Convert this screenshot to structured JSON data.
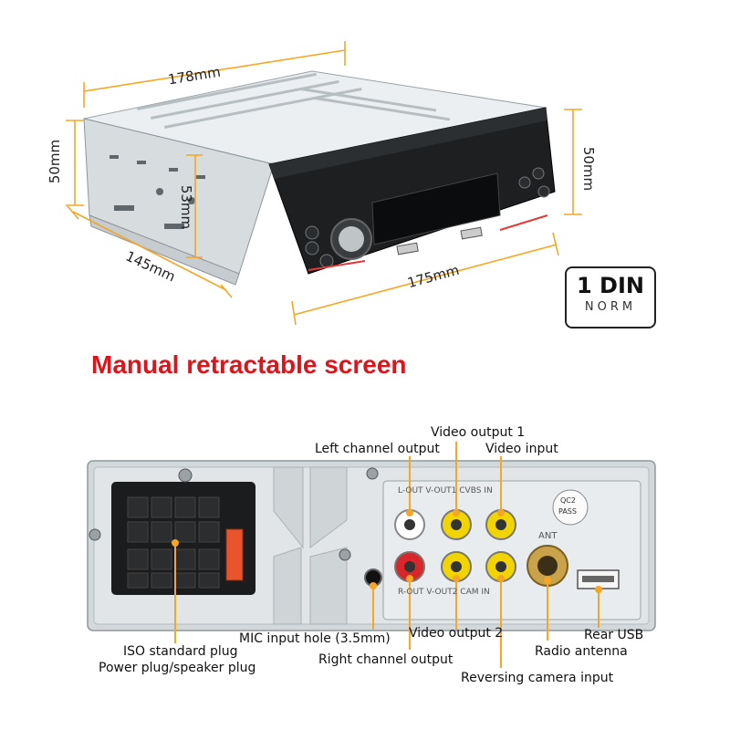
{
  "headline": "Manual retractable screen",
  "badge": {
    "title": "1 DIN",
    "subtitle": "NORM"
  },
  "dimensions": {
    "top_width": "178mm",
    "left_height": "50mm",
    "face_height": "53mm",
    "depth": "145mm",
    "front_width": "175mm",
    "right_height": "50mm"
  },
  "panel_print": {
    "top_row": "L-OUT  V-OUT1  CVBS IN",
    "bottom_row": "R-OUT  V-OUT2  CAM IN",
    "ant": "ANT",
    "qc": "QC2",
    "pass": "PASS"
  },
  "callouts": {
    "video_output_1": "Video output 1",
    "left_channel_output": "Left channel output",
    "video_input": "Video input",
    "mic_input": "MIC input hole (3.5mm)",
    "video_output_2": "Video output 2",
    "rear_usb": "Rear USB",
    "iso_plug": "ISO standard plug",
    "power_plug": "Power plug/speaker plug",
    "right_channel_output": "Right channel output",
    "radio_antenna": "Radio antenna",
    "reversing_camera": "Reversing camera input"
  },
  "colors": {
    "accent": "#f5a623",
    "headline": "#d9161b",
    "rca_yellow": "#f2d500",
    "rca_red": "#d8262b"
  }
}
